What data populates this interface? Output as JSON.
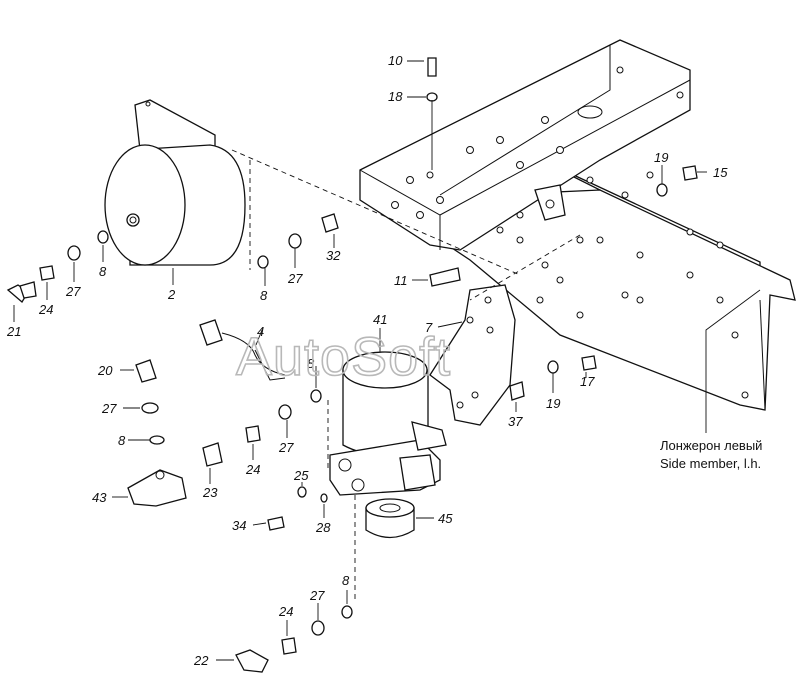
{
  "watermark": "AutoSoft",
  "caption": {
    "line1": "Лонжерон левый",
    "line2": "Side member, l.h."
  },
  "callouts": {
    "c10": "10",
    "c18": "18",
    "c19a": "19",
    "c15": "15",
    "c11": "11",
    "c7": "7",
    "c41": "41",
    "c19b": "19",
    "c17": "17",
    "c37": "37",
    "c2": "2",
    "c8a": "8",
    "c27a": "27",
    "c32": "32",
    "c21": "21",
    "c24a": "24",
    "c27b": "27",
    "c8b": "8",
    "c4": "4",
    "c8c": "8",
    "c20": "20",
    "c27c": "27",
    "c8d": "8",
    "c27d": "27",
    "c24b": "24",
    "c23": "23",
    "c43": "43",
    "c25": "25",
    "c28": "28",
    "c34": "34",
    "c45": "45",
    "c8e": "8",
    "c27e": "27",
    "c24c": "24",
    "c22": "22"
  }
}
